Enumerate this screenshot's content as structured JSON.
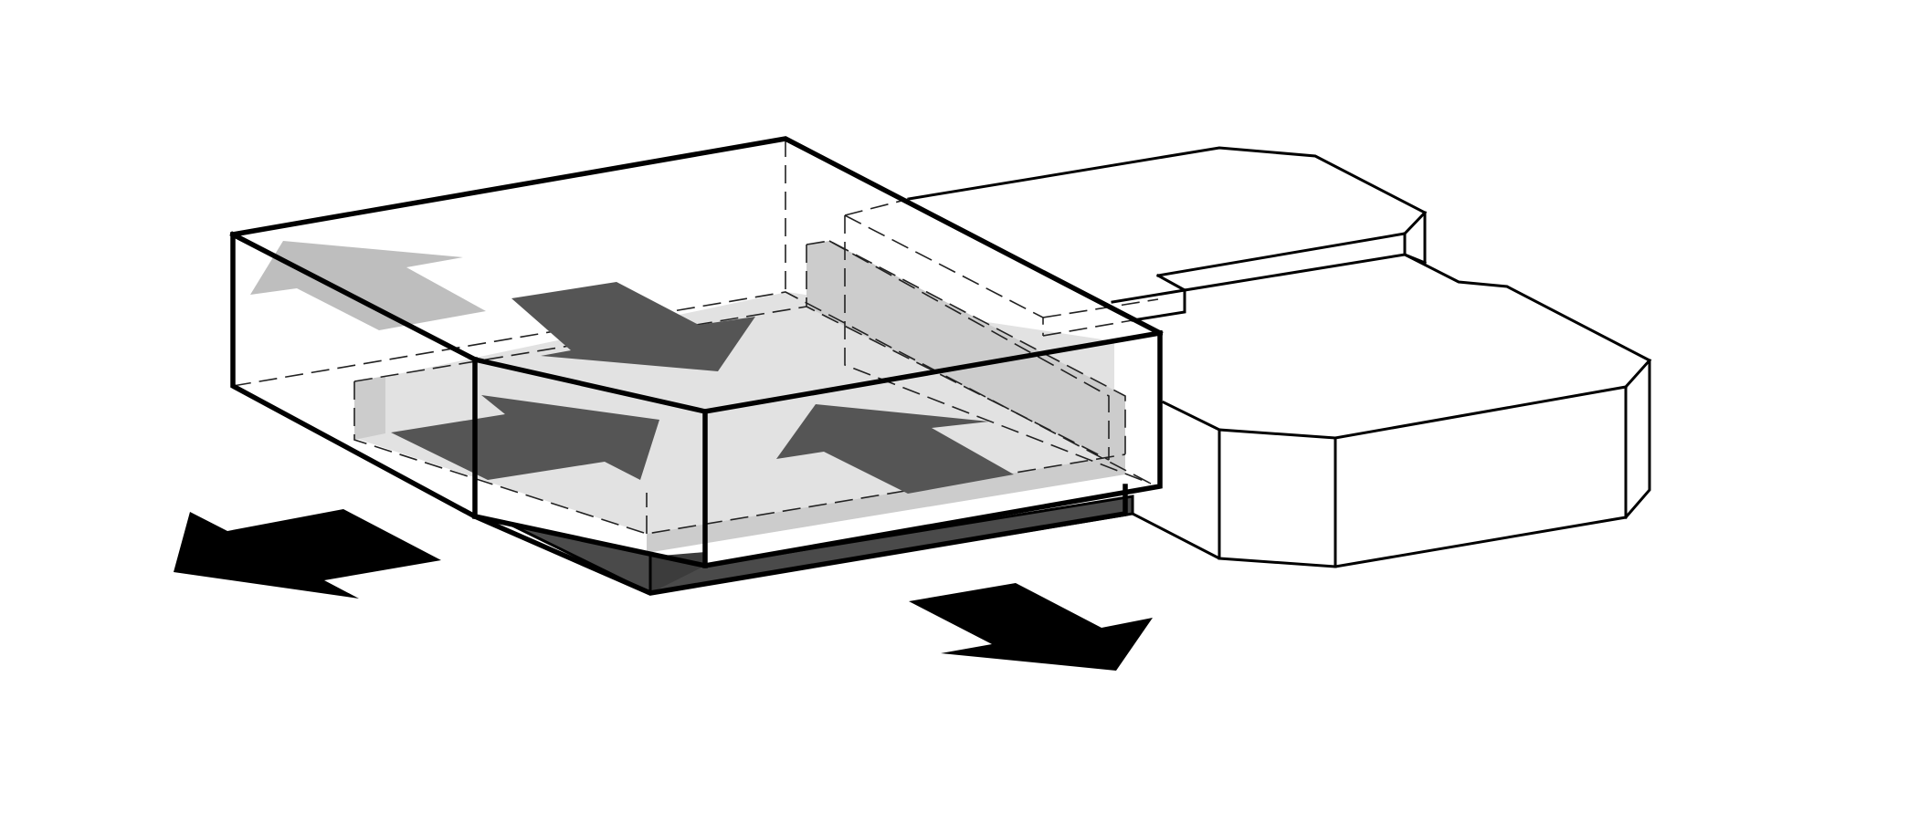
{
  "diagram": {
    "kind": "axonometric architectural massing diagram",
    "colors": {
      "background": "#ffffff",
      "line": "#000000",
      "floor_plane": "#e2e2e2",
      "inner_wall": "#cccccc",
      "shadow": "#4a4a4a",
      "arrow_light": "#bebebe",
      "arrow_dark": "#555555",
      "arrow_black": "#000000"
    },
    "arrows": [
      {
        "name": "arrow-light-upper-left",
        "tone": "light",
        "direction": "northwest"
      },
      {
        "name": "arrow-dark-upper-center",
        "tone": "dark",
        "direction": "southeast"
      },
      {
        "name": "arrow-dark-lower-left",
        "tone": "dark",
        "direction": "southwest"
      },
      {
        "name": "arrow-dark-lower-right",
        "tone": "dark",
        "direction": "northwest"
      },
      {
        "name": "arrow-black-outer-left",
        "tone": "black",
        "direction": "southwest"
      },
      {
        "name": "arrow-black-outer-right",
        "tone": "black",
        "direction": "southeast"
      }
    ]
  }
}
